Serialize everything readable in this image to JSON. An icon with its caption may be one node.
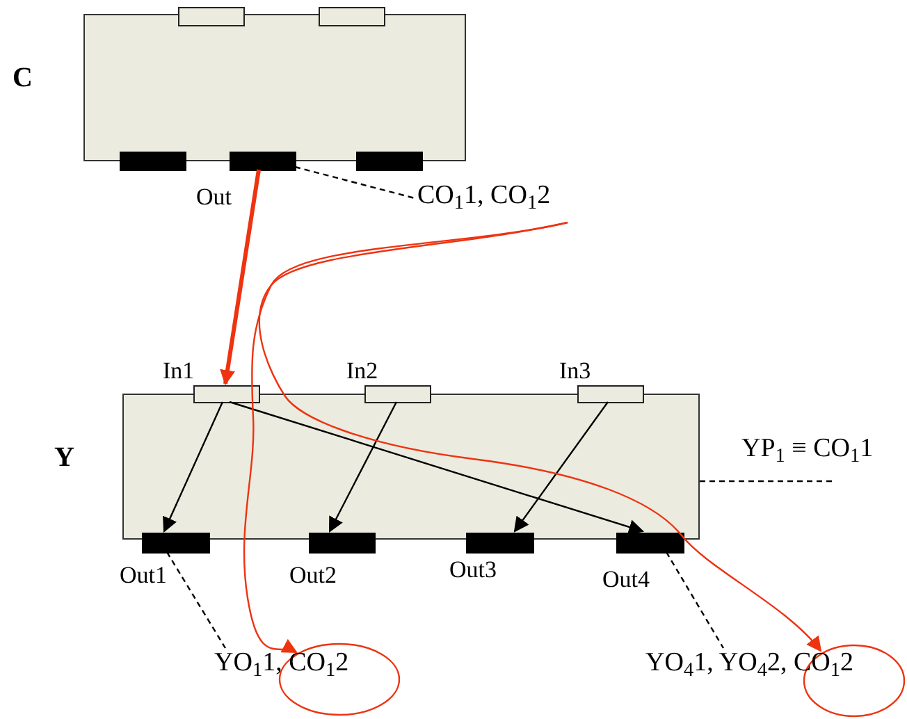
{
  "diagram": {
    "nodes": [
      {
        "text": [
          "C"
        ]
      },
      {
        "text": [],
        "shape": "box",
        "in": 0
      },
      {
        "text": [],
        "shape": "box",
        "in": 0
      },
      {
        "text": [],
        "shape": "bar",
        "in": 0
      },
      {
        "text": [],
        "shape": "bar",
        "in": 0,
        "beside": [
          "Out"
        ]
      },
      {
        "text": [],
        "shape": "bar",
        "in": 0
      },
      {
        "text": [
          "CO$_{1}$1, CO$_{1}$2"
        ]
      },
      {
        "text": [
          "Y"
        ]
      },
      {
        "text": [],
        "shape": "box",
        "in": 7,
        "beside": [
          "In1"
        ]
      },
      {
        "text": [],
        "shape": "box",
        "in": 7,
        "beside": [
          "In2"
        ]
      },
      {
        "text": [],
        "shape": "box",
        "in": 7,
        "beside": [
          "In3"
        ]
      },
      {
        "text": [],
        "shape": "bar",
        "in": 7,
        "beside": [
          "Out1"
        ]
      },
      {
        "text": [],
        "shape": "bar",
        "in": 7,
        "beside": [
          "Out2"
        ]
      },
      {
        "text": [],
        "shape": "bar",
        "in": 7,
        "beside": [
          "Out3"
        ]
      },
      {
        "text": [],
        "shape": "bar",
        "in": 7,
        "beside": [
          "Out4"
        ]
      },
      {
        "text": [
          "YP$_{1}$ ≡ CO$_{1}$1"
        ]
      },
      {
        "text": [
          "YO$_{1}$1, CO$_{1}$2"
        ]
      },
      {
        "text": [
          "YO$_{4}$1, YO$_{4}$2,  CO$_{1}$2"
        ]
      },
      {
        "text": [],
        "shape": "circle"
      },
      {
        "text": [],
        "shape": "circle"
      }
    ],
    "edges": [
      {
        "from": 4,
        "to": 8,
        "arrow": "to",
        "style": "thick",
        "color": "#ee3311"
      },
      {
        "from": 8,
        "to": 11,
        "arrow": "to"
      },
      {
        "from": 9,
        "to": 12,
        "arrow": "to"
      },
      {
        "from": 10,
        "to": 13,
        "arrow": "to"
      },
      {
        "from": 8,
        "to": 14,
        "arrow": "to"
      },
      {
        "from": 4,
        "to": 6,
        "arrow": "none",
        "style": "dashed"
      },
      {
        "from": 7,
        "to": 15,
        "arrow": "none",
        "style": "dashed"
      },
      {
        "from": 11,
        "to": 16,
        "arrow": "none",
        "style": "dashed"
      },
      {
        "from": 14,
        "to": 17,
        "arrow": "none",
        "style": "dashed"
      },
      {
        "from": 6,
        "to": 18,
        "arrow": "to",
        "color": "#ee3311"
      },
      {
        "from": 6,
        "to": 19,
        "arrow": "to",
        "color": "#ee3311"
      }
    ]
  }
}
